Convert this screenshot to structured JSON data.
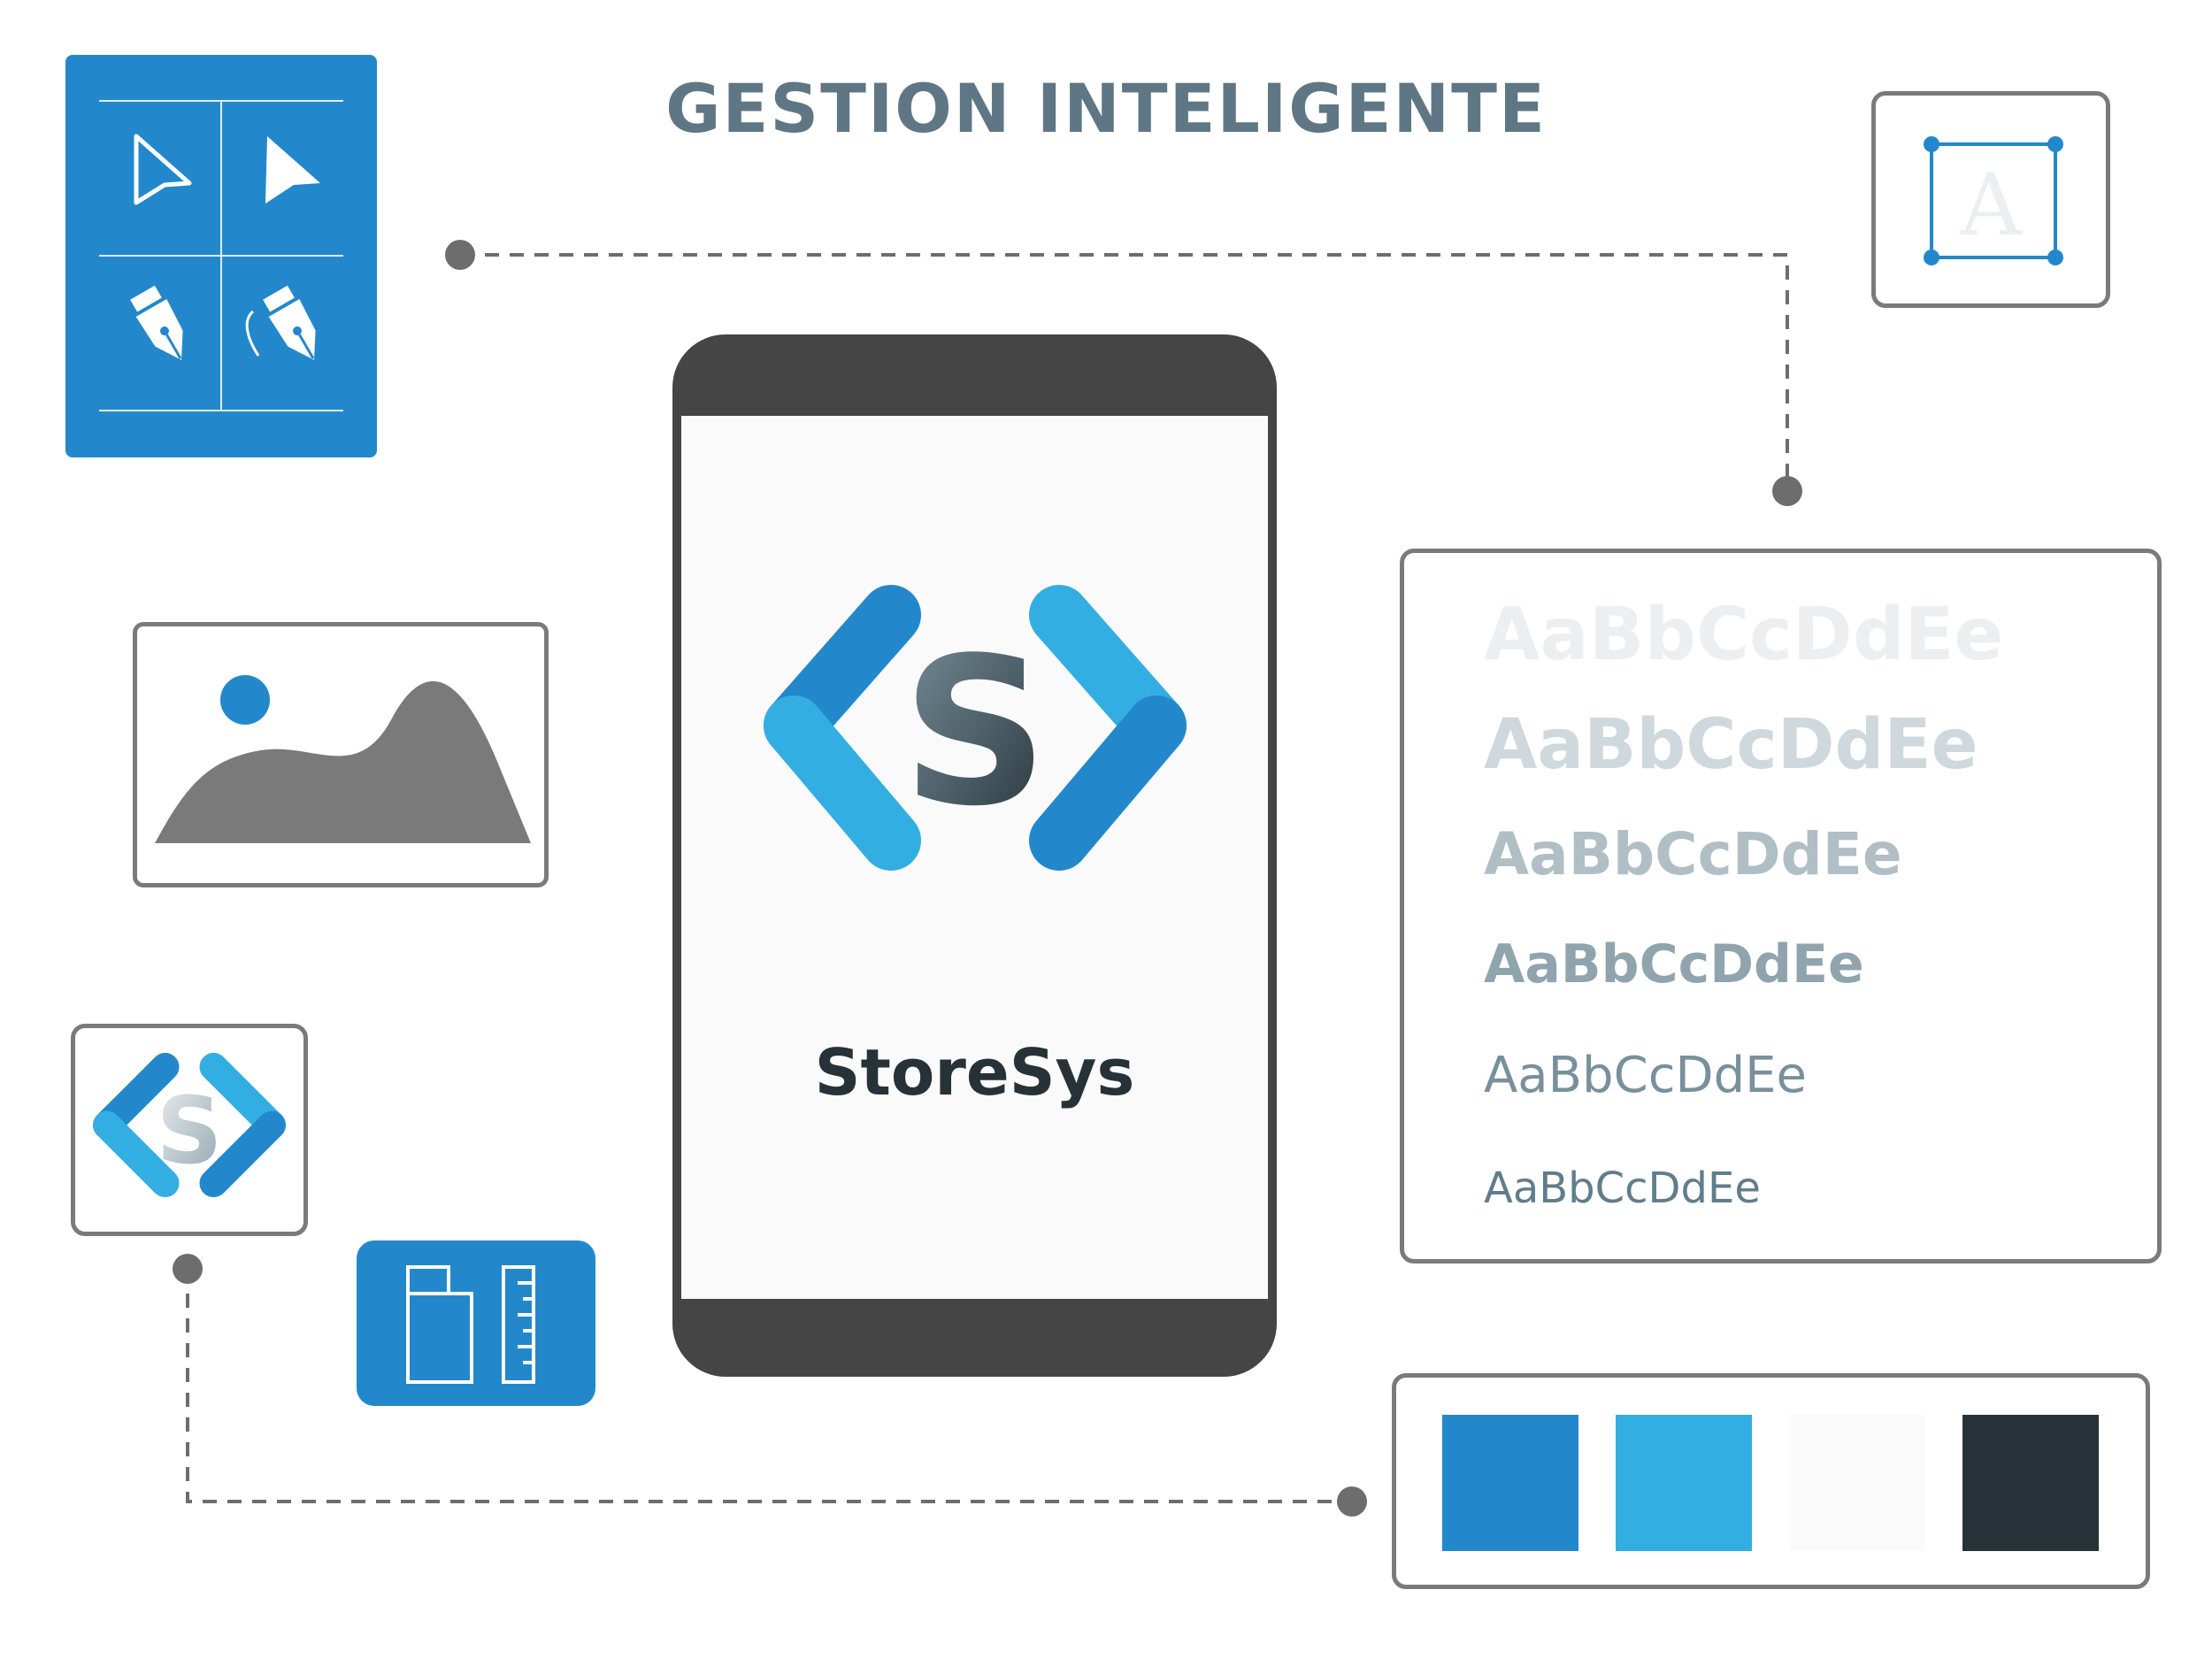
{
  "header": {
    "title": "GESTION INTELIGENTE"
  },
  "brand": {
    "name": "StoreSys"
  },
  "typography": {
    "samples": [
      {
        "text": "AaBbCcDdEe",
        "color": "#eceff1"
      },
      {
        "text": "AaBbCcDdEe",
        "color": "#cfd8dc"
      },
      {
        "text": "AaBbCcDdEe",
        "color": "#b0bec5"
      },
      {
        "text": "AaBbCcDdEe",
        "color": "#90a4ae"
      },
      {
        "text": "AaBbCcDdEe",
        "color": "#78909c"
      },
      {
        "text": "AaBbCcDdEe",
        "color": "#607d8b"
      }
    ]
  },
  "tools": {
    "panel_color": "#2388cb",
    "icons": [
      "selection-arrow-outline-icon",
      "selection-arrow-filled-icon",
      "pen-tool-icon",
      "curvature-pen-icon"
    ]
  },
  "palette": {
    "colors": [
      "#2388cb",
      "#33aee2",
      "#fafafa",
      "#263238"
    ]
  },
  "textbox_icon": {
    "letter": "A"
  }
}
